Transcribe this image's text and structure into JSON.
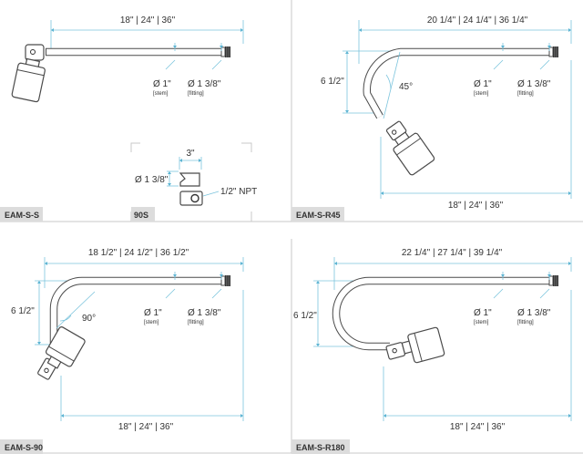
{
  "colors": {
    "dimension": "#7cc4dd",
    "arrow": "#5ab3d2",
    "line": "#4a4a4a",
    "tab": "#dcdcdc"
  },
  "panels": {
    "eam_s_s": {
      "label": "EAM-S-S",
      "length_dim": "18\" | 24\" | 36\"",
      "stem_dia": "Ø 1\"",
      "stem_note": "[stem]",
      "fitting_dia": "Ø 1 3/8\"",
      "fitting_note": "[fitting]"
    },
    "eam_s_r45": {
      "label": "EAM-S-R45",
      "length_dim": "20 1/4\" | 24 1/4\" | 36 1/4\"",
      "height_dim": "6 1/2\"",
      "angle": "45°",
      "stem_dia": "Ø 1\"",
      "stem_note": "[stem]",
      "fitting_dia": "Ø 1 3/8\"",
      "fitting_note": "[fitting]",
      "bottom_dim": "18\" | 24\" | 36\""
    },
    "elbow_90s": {
      "label": "90S",
      "width_dim": "3\"",
      "dia": "Ø 1 3/8\"",
      "thread": "1/2\" NPT"
    },
    "eam_s_90": {
      "label": "EAM-S-90",
      "length_dim": "18 1/2\" | 24 1/2\" | 36 1/2\"",
      "height_dim": "6 1/2\"",
      "angle": "90°",
      "stem_dia": "Ø 1\"",
      "stem_note": "[stem]",
      "fitting_dia": "Ø 1 3/8\"",
      "fitting_note": "[fitting]",
      "bottom_dim": "18\" | 24\" | 36\""
    },
    "eam_s_r180": {
      "label": "EAM-S-R180",
      "length_dim": "22 1/4\" | 27 1/4\" | 39 1/4\"",
      "height_dim": "6 1/2\"",
      "stem_dia": "Ø 1\"",
      "stem_note": "[stem]",
      "fitting_dia": "Ø 1 3/8\"",
      "fitting_note": "[fitting]",
      "bottom_dim": "18\" | 24\" | 36\""
    }
  }
}
